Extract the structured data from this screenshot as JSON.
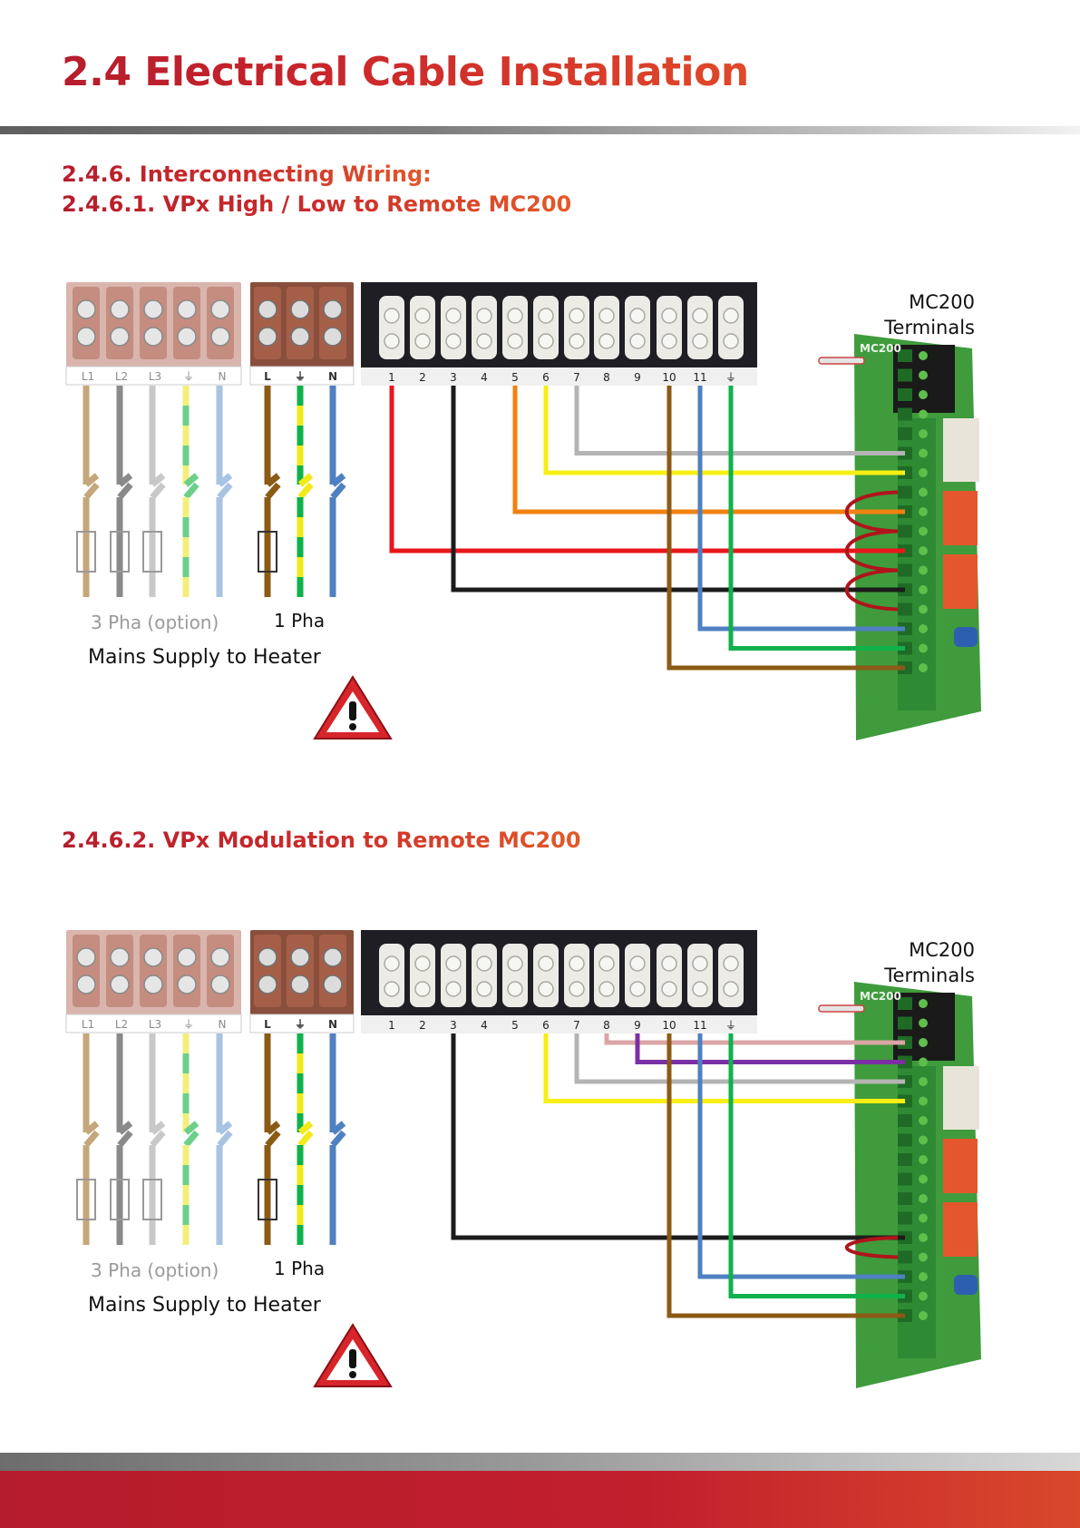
{
  "page": {
    "title": "2.4 Electrical Cable Installation",
    "heading_main": "2.4.6. Interconnecting Wiring:",
    "heading_sub1": "2.4.6.1. VPx High / Low to Remote MC200",
    "heading_sub2": "2.4.6.2. VPx Modulation to Remote MC200"
  },
  "colors": {
    "brand_red": "#c8242b",
    "brand_orange": "#e0492a",
    "wire_red": "#e8161b",
    "wire_black": "#1c1c1c",
    "wire_orange": "#f0820f",
    "wire_yellow": "#f7ef14",
    "wire_grey": "#b4b4b4",
    "wire_pink": "#dca5a5",
    "wire_purple": "#7b2fa4",
    "wire_blue": "#4f80c2",
    "wire_green": "#0fb14a",
    "wire_brown": "#8b5a14",
    "pcb_green": "#3f9b3c"
  },
  "diagram": {
    "mc200_label_line1": "MC200",
    "mc200_label_line2": "Terminals",
    "board_label": "MC200",
    "phase3_label": "3 Pha (option)",
    "phase1_label": "1 Pha",
    "mains_caption": "Mains Supply to Heater",
    "warning_icon": "warning-triangle-icon",
    "terminal_numbers": [
      "1",
      "2",
      "3",
      "4",
      "5",
      "6",
      "7",
      "8",
      "9",
      "10",
      "11",
      "⏚"
    ],
    "phase3_terminals": [
      "L1",
      "L2",
      "L3",
      "⏚",
      "N"
    ],
    "phase1_terminals": [
      "L",
      "⏚",
      "N"
    ]
  },
  "diagrams": [
    {
      "id": "high-low",
      "wires": [
        {
          "from": "6",
          "to": "6",
          "color": "wire_grey",
          "from_terminal": "7"
        },
        {
          "from": "6",
          "to": "7",
          "color": "wire_yellow"
        },
        {
          "from": "5",
          "to": "9",
          "color": "wire_orange"
        },
        {
          "from": "1",
          "to": "11",
          "color": "wire_red"
        },
        {
          "from": "3",
          "to": "13",
          "color": "wire_black"
        },
        {
          "from": "11",
          "to": "15",
          "color": "wire_blue"
        },
        {
          "from": "⏚",
          "to": "16",
          "color": "wire_green"
        },
        {
          "from": "10",
          "to": "17",
          "color": "wire_brown"
        }
      ]
    },
    {
      "id": "modulation",
      "wires": [
        {
          "from": "8",
          "to": "3",
          "color": "wire_pink"
        },
        {
          "from": "9",
          "to": "4",
          "color": "wire_purple"
        },
        {
          "from": "7",
          "to": "5",
          "color": "wire_grey"
        },
        {
          "from": "6",
          "to": "6",
          "color": "wire_yellow"
        },
        {
          "from": "3",
          "to": "13",
          "color": "wire_black"
        },
        {
          "from": "11",
          "to": "15",
          "color": "wire_blue"
        },
        {
          "from": "⏚",
          "to": "16",
          "color": "wire_green"
        },
        {
          "from": "10",
          "to": "17",
          "color": "wire_brown"
        }
      ]
    }
  ]
}
